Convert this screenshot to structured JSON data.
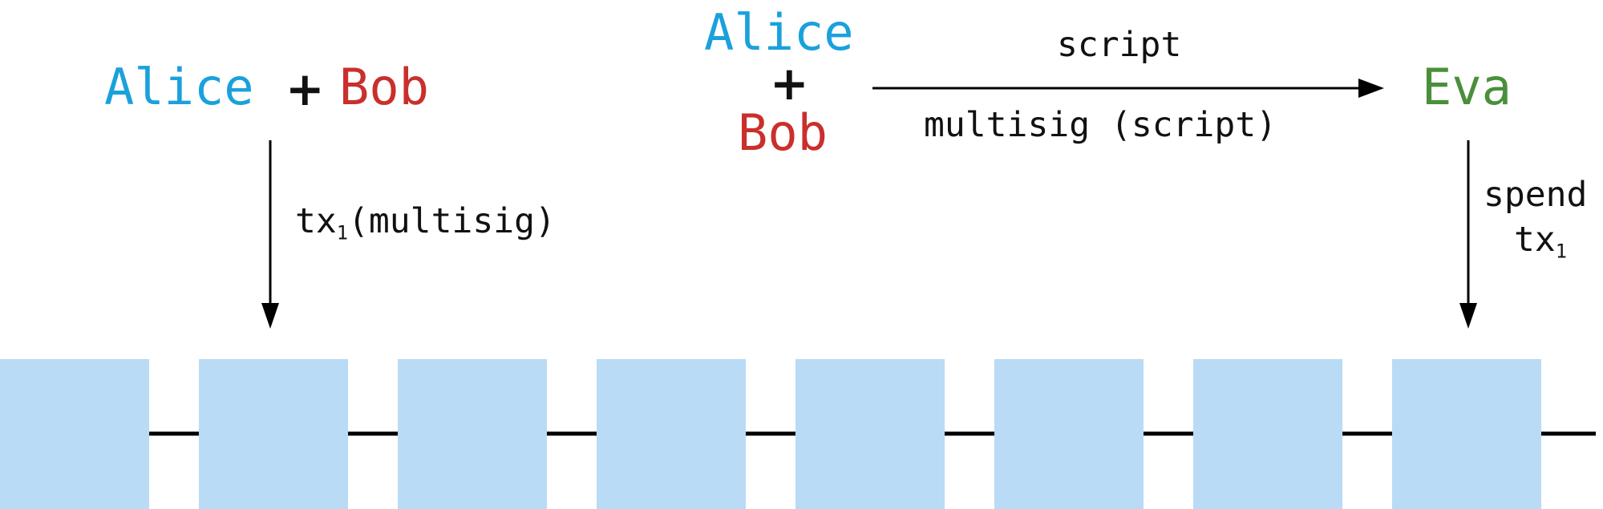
{
  "colors": {
    "alice": "#1aa1dc",
    "bob": "#c9302c",
    "eva": "#4a8f3a",
    "block": "#b9dbf6",
    "line": "#000000"
  },
  "left": {
    "alice": "Alice",
    "plus": "+",
    "bob": "Bob",
    "tx_label": {
      "main": "tx",
      "sub": "1",
      "suffix": "(multisig)"
    }
  },
  "right": {
    "alice": "Alice",
    "plus": "+",
    "bob": "Bob",
    "arrow_label_top": "script",
    "arrow_label_bottom": "multisig (script)",
    "eva": "Eva",
    "spend_label": {
      "line1": "spend",
      "main": "tx",
      "sub": "1"
    }
  },
  "blockchain": {
    "block_count": 8
  }
}
